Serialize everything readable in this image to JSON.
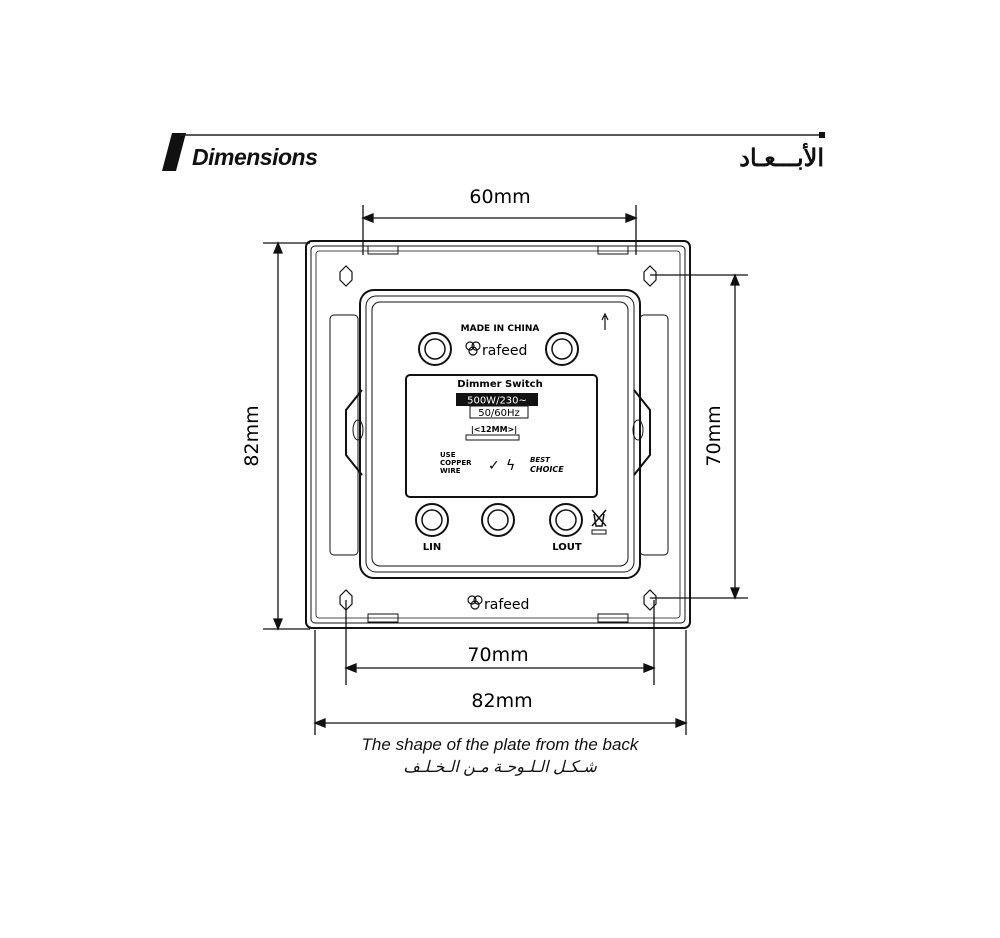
{
  "header": {
    "title_en": "Dimensions",
    "title_ar": "الأبـــعـاد"
  },
  "dimensions": {
    "top_width": "60mm",
    "left_height": "82mm",
    "right_height": "70mm",
    "bottom_inner_width": "70mm",
    "bottom_outer_width": "82mm"
  },
  "device": {
    "made_in": "MADE IN CHINA",
    "brand": "rafeed",
    "label_title": "Dimmer Switch",
    "rating_power": "500W/230~",
    "rating_freq": "50/60Hz",
    "strip_length": "|<12MM>|",
    "badge_copper": [
      "USE",
      "COPPER",
      "WIRE"
    ],
    "badge_best": [
      "BEST",
      "CHOICE"
    ],
    "terminal_left": "LIN",
    "terminal_right": "LOUT",
    "plate_brand": "rafeed"
  },
  "caption": {
    "en": "The shape of the plate from the back",
    "ar": "شـكـل الـلـوحـة مـن الـخـلـف"
  }
}
